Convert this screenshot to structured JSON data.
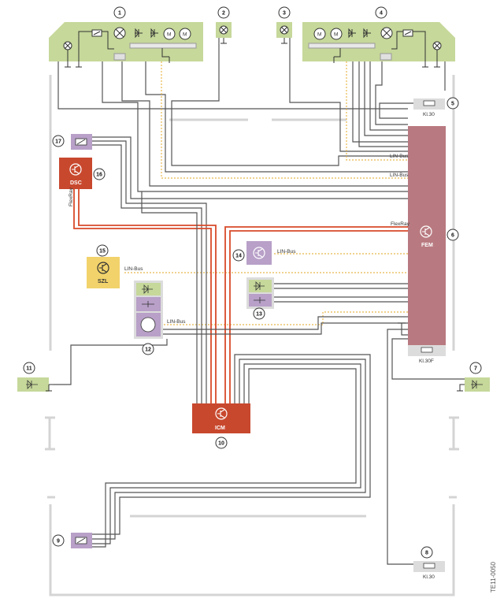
{
  "callouts": [
    "1",
    "2",
    "3",
    "4",
    "5",
    "6",
    "7",
    "8",
    "9",
    "10",
    "11",
    "12",
    "13",
    "14",
    "15",
    "16",
    "17"
  ],
  "labels": {
    "kl30_a": "Kl.30",
    "kl30_b": "Kl.30",
    "kl30f": "Kl.30F",
    "lin_bus_1": "LIN-Bus",
    "lin_bus_2": "LIN-Bus",
    "lin_bus_14": "LIN-Bus",
    "lin_bus_15": "LIN-Bus",
    "lin_bus_12": "LIN-Bus",
    "flexray_fem": "FlexRay",
    "flexray_dsc": "FlexRay",
    "motor": "M"
  },
  "modules": {
    "fem": "FEM",
    "icm": "ICM",
    "dsc": "DSC",
    "szl": "SZL"
  },
  "image_code": "TE11-0050",
  "colors": {
    "green": "#c6d89a",
    "pink": "#b87a80",
    "red": "#c8482e",
    "purple": "#b8a0c8",
    "yellow": "#f2d36b",
    "fuse": "#dcdcdc",
    "flexray_wire": "#d84a2a",
    "lin_wire": "#e8b84a",
    "wire": "#555555"
  }
}
